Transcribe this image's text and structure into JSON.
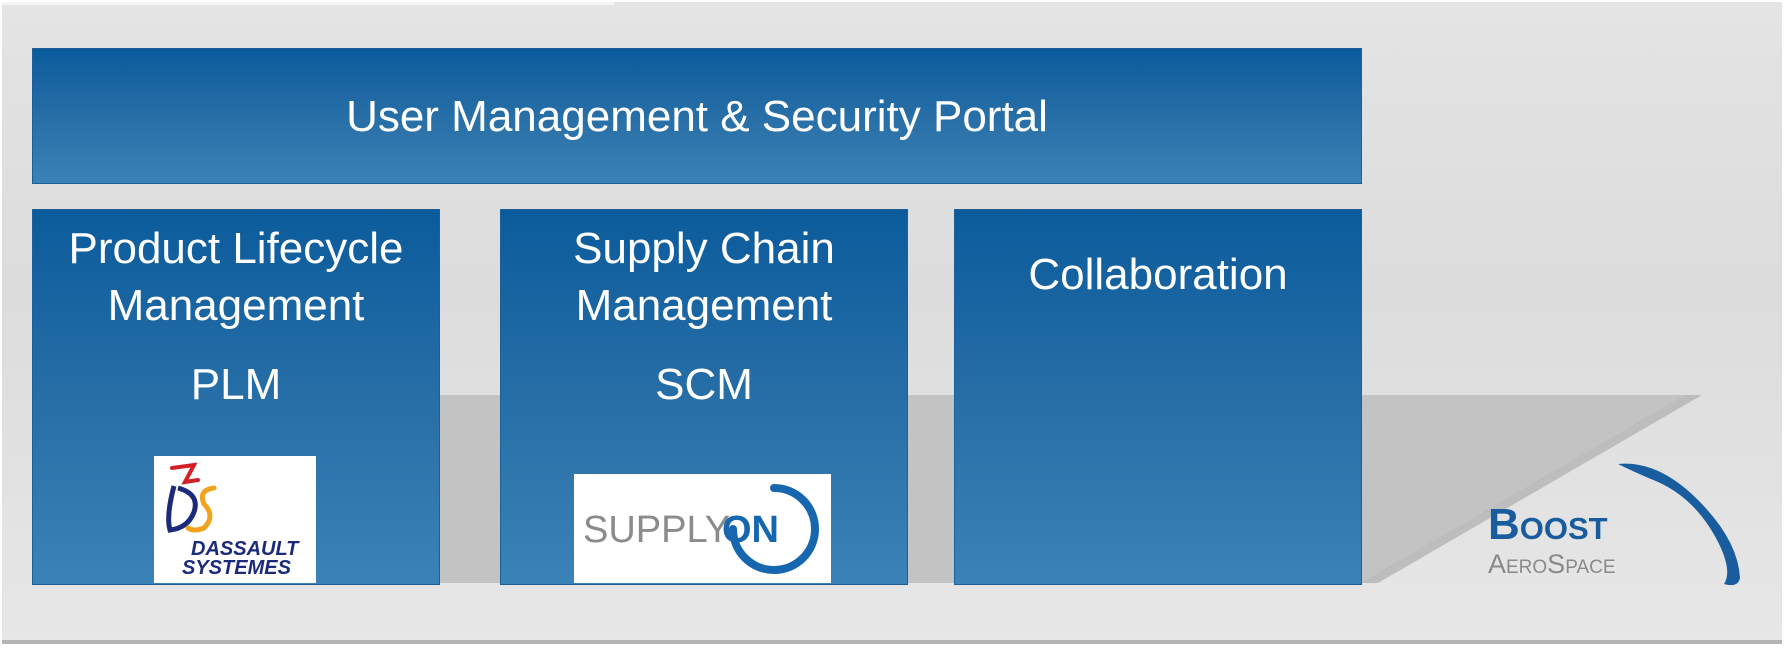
{
  "portal": {
    "title": "User Management & Security Portal"
  },
  "columns": [
    {
      "heading_line1": "Product Lifecycle",
      "heading_line2": "Management",
      "abbreviation": "PLM",
      "logo": {
        "name": "dassault-systemes-logo",
        "text_line1": "DASSAULT",
        "text_line2": "SYSTEMES",
        "monogram": "3DS"
      }
    },
    {
      "heading_line1": "Supply Chain",
      "heading_line2": "Management",
      "abbreviation": "SCM",
      "logo": {
        "name": "supplyon-logo",
        "text_light": "SUPPLY",
        "text_dark": "ON"
      }
    },
    {
      "heading_line1": "Collaboration"
    }
  ],
  "brand": {
    "name_top": "Boost",
    "name_bottom": "AeroSpace"
  },
  "colors": {
    "box_top": "#0b5b9c",
    "box_bottom": "#3a82b7",
    "brand_blue": "#1a5d9e",
    "brand_grey": "#8a8a8a"
  }
}
